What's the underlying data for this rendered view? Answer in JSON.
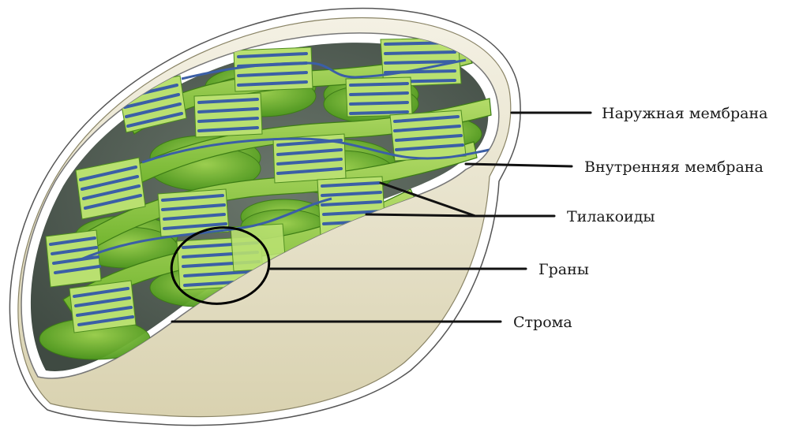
{
  "diagram": {
    "labels": {
      "outer_membrane": "Наружная мембрана",
      "inner_membrane": "Внутренняя мембрана",
      "thylakoids": "Тилакоиды",
      "grana": "Граны",
      "stroma": "Строма"
    }
  },
  "colors": {
    "outer_membrane": "#ffffff",
    "intermembrane_shell": "#e6e1c9",
    "stroma_dark": "#4d5a50",
    "thylakoid_green": "#8cc63f",
    "thylakoid_dark_green": "#4f9a1e",
    "thylakoid_stripe": "#3b5fa6",
    "leader_line": "#111111"
  }
}
